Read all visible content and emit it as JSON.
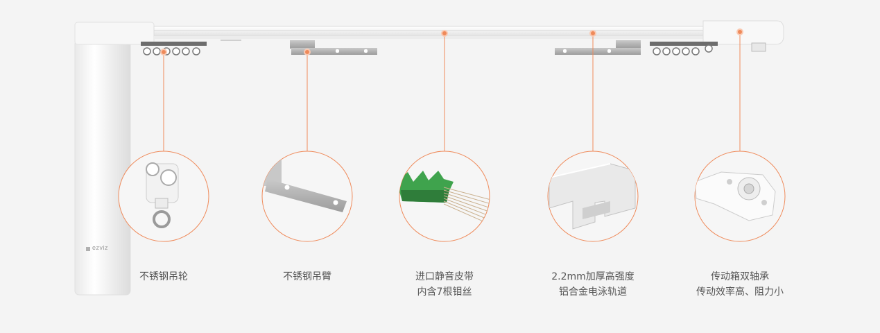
{
  "brand": "ezviz",
  "accent_color": "#ef8a5a",
  "features": [
    {
      "id": "pulley",
      "lines": [
        "不锈钢吊轮"
      ],
      "icon": "pulley-wheel-icon"
    },
    {
      "id": "arm",
      "lines": [
        "不锈钢吊臂"
      ],
      "icon": "hanging-arm-icon"
    },
    {
      "id": "belt",
      "lines": [
        "进口静音皮带",
        "内含7根钼丝"
      ],
      "icon": "belt-icon"
    },
    {
      "id": "rail",
      "lines": [
        "2.2mm加厚高强度",
        "铝合金电泳轨道"
      ],
      "icon": "rail-profile-icon"
    },
    {
      "id": "gearbox",
      "lines": [
        "传动箱双轴承",
        "传动效率高、阻力小"
      ],
      "icon": "gearbox-icon"
    }
  ]
}
